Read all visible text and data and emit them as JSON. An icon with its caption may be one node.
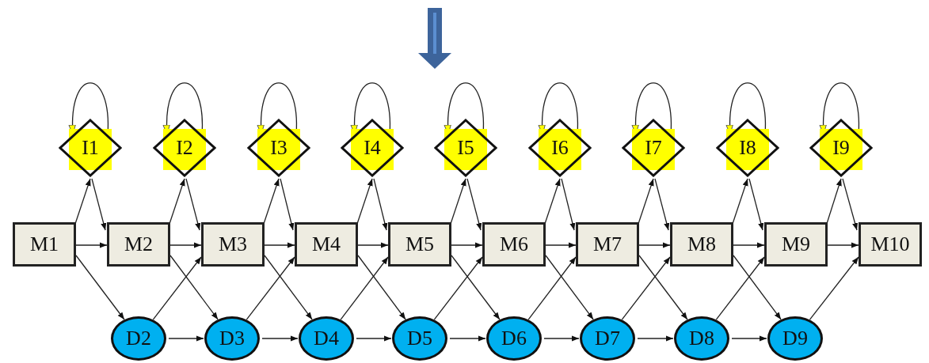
{
  "diagram": {
    "nodes": [
      {
        "text": [
          "I1"
        ]
      },
      {
        "text": [
          "I2"
        ]
      },
      {
        "text": [
          "I3"
        ]
      },
      {
        "text": [
          "I4"
        ]
      },
      {
        "text": [
          "I5"
        ]
      },
      {
        "text": [
          "I6"
        ]
      },
      {
        "text": [
          "I7"
        ]
      },
      {
        "text": [
          "I8"
        ]
      },
      {
        "text": [
          "I9"
        ]
      },
      {
        "text": [
          "M1"
        ]
      },
      {
        "text": [
          "M2"
        ]
      },
      {
        "text": [
          "M3"
        ]
      },
      {
        "text": [
          "M4"
        ]
      },
      {
        "text": [
          "M5"
        ]
      },
      {
        "text": [
          "M6"
        ]
      },
      {
        "text": [
          "M7"
        ]
      },
      {
        "text": [
          "M8"
        ]
      },
      {
        "text": [
          "M9"
        ]
      },
      {
        "text": [
          "M10"
        ]
      },
      {
        "text": [
          "D2"
        ]
      },
      {
        "text": [
          "D3"
        ]
      },
      {
        "text": [
          "D4"
        ]
      },
      {
        "text": [
          "D5"
        ]
      },
      {
        "text": [
          "D6"
        ]
      },
      {
        "text": [
          "D7"
        ]
      },
      {
        "text": [
          "D8"
        ]
      },
      {
        "text": [
          "D9"
        ]
      }
    ],
    "edges": [
      {
        "from": 0,
        "to": 0,
        "arrow": "to"
      },
      {
        "from": 1,
        "to": 1,
        "arrow": "to"
      },
      {
        "from": 2,
        "to": 2,
        "arrow": "to"
      },
      {
        "from": 3,
        "to": 3,
        "arrow": "to"
      },
      {
        "from": 4,
        "to": 4,
        "arrow": "to"
      },
      {
        "from": 5,
        "to": 5,
        "arrow": "to"
      },
      {
        "from": 6,
        "to": 6,
        "arrow": "to"
      },
      {
        "from": 7,
        "to": 7,
        "arrow": "to"
      },
      {
        "from": 8,
        "to": 8,
        "arrow": "to"
      },
      {
        "from": 9,
        "to": 10,
        "arrow": "to"
      },
      {
        "from": 10,
        "to": 11,
        "arrow": "to"
      },
      {
        "from": 11,
        "to": 12,
        "arrow": "to"
      },
      {
        "from": 12,
        "to": 13,
        "arrow": "to"
      },
      {
        "from": 13,
        "to": 14,
        "arrow": "to"
      },
      {
        "from": 14,
        "to": 15,
        "arrow": "to"
      },
      {
        "from": 15,
        "to": 16,
        "arrow": "to"
      },
      {
        "from": 16,
        "to": 17,
        "arrow": "to"
      },
      {
        "from": 17,
        "to": 18,
        "arrow": "to"
      },
      {
        "from": 9,
        "to": 0,
        "arrow": "to"
      },
      {
        "from": 10,
        "to": 1,
        "arrow": "to"
      },
      {
        "from": 11,
        "to": 2,
        "arrow": "to"
      },
      {
        "from": 12,
        "to": 3,
        "arrow": "to"
      },
      {
        "from": 13,
        "to": 4,
        "arrow": "to"
      },
      {
        "from": 14,
        "to": 5,
        "arrow": "to"
      },
      {
        "from": 15,
        "to": 6,
        "arrow": "to"
      },
      {
        "from": 16,
        "to": 7,
        "arrow": "to"
      },
      {
        "from": 17,
        "to": 8,
        "arrow": "to"
      },
      {
        "from": 0,
        "to": 10,
        "arrow": "to"
      },
      {
        "from": 1,
        "to": 11,
        "arrow": "to"
      },
      {
        "from": 2,
        "to": 12,
        "arrow": "to"
      },
      {
        "from": 3,
        "to": 13,
        "arrow": "to"
      },
      {
        "from": 4,
        "to": 14,
        "arrow": "to"
      },
      {
        "from": 5,
        "to": 15,
        "arrow": "to"
      },
      {
        "from": 6,
        "to": 16,
        "arrow": "to"
      },
      {
        "from": 7,
        "to": 17,
        "arrow": "to"
      },
      {
        "from": 8,
        "to": 18,
        "arrow": "to"
      },
      {
        "from": 9,
        "to": 19,
        "arrow": "to"
      },
      {
        "from": 10,
        "to": 20,
        "arrow": "to"
      },
      {
        "from": 11,
        "to": 21,
        "arrow": "to"
      },
      {
        "from": 12,
        "to": 22,
        "arrow": "to"
      },
      {
        "from": 13,
        "to": 23,
        "arrow": "to"
      },
      {
        "from": 14,
        "to": 24,
        "arrow": "to"
      },
      {
        "from": 15,
        "to": 25,
        "arrow": "to"
      },
      {
        "from": 16,
        "to": 26,
        "arrow": "to"
      },
      {
        "from": 19,
        "to": 11,
        "arrow": "to"
      },
      {
        "from": 20,
        "to": 12,
        "arrow": "to"
      },
      {
        "from": 21,
        "to": 13,
        "arrow": "to"
      },
      {
        "from": 22,
        "to": 14,
        "arrow": "to"
      },
      {
        "from": 23,
        "to": 15,
        "arrow": "to"
      },
      {
        "from": 24,
        "to": 16,
        "arrow": "to"
      },
      {
        "from": 25,
        "to": 17,
        "arrow": "to"
      },
      {
        "from": 26,
        "to": 18,
        "arrow": "to"
      },
      {
        "from": 19,
        "to": 20,
        "arrow": "to"
      },
      {
        "from": 20,
        "to": 21,
        "arrow": "to"
      },
      {
        "from": 21,
        "to": 22,
        "arrow": "to"
      },
      {
        "from": 22,
        "to": 23,
        "arrow": "to"
      },
      {
        "from": 23,
        "to": 24,
        "arrow": "to"
      },
      {
        "from": 24,
        "to": 25,
        "arrow": "to"
      },
      {
        "from": 25,
        "to": 26,
        "arrow": "to"
      }
    ]
  }
}
